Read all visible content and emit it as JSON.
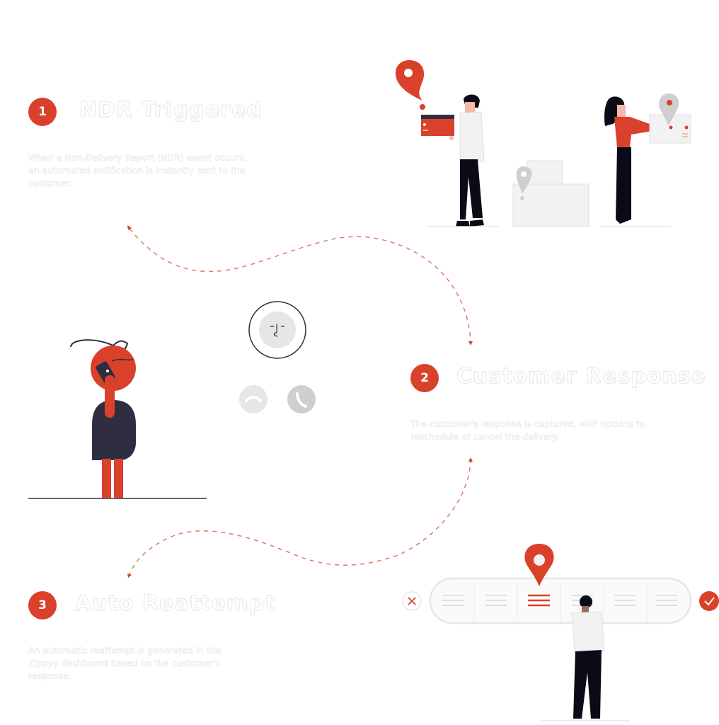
{
  "colors": {
    "accent": "#d9412a",
    "dark": "#2f2e41",
    "light_gray": "#e6e6e6",
    "gray": "#cfcfcf",
    "ink": "#0b0b17"
  },
  "steps": [
    {
      "number": "1",
      "title": "NDR Triggered",
      "description": "When a Non-Delivery Report (NDR) event occurs, an automated notification is instantly sent to the customer."
    },
    {
      "number": "2",
      "title": "Customer Response",
      "description": "The customer's response is captured, with options to reschedule or cancel the delivery."
    },
    {
      "number": "3",
      "title": "Auto Reattempt",
      "description": "An automatic reattempt is generated in the Zippyy dashboard based on the customer's response."
    }
  ],
  "illustrations": {
    "delivery_scene": "people-with-packages-and-location-pins",
    "call_scene": "person-on-phone-with-incoming-call",
    "reattempt_scene": "person-selecting-slot-on-timeline",
    "call_buttons": [
      "decline-call-icon",
      "accept-call-icon"
    ],
    "timeline_slots": 6,
    "timeline_selected_slot": 3
  }
}
